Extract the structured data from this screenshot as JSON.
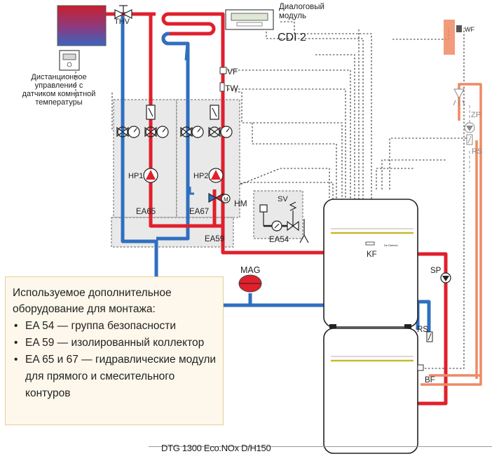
{
  "labels": {
    "thv": "THV",
    "dialog_module": "Диалоговый\nмодуль",
    "cdi": "CDI 2",
    "wf": "WF",
    "remote_control": "Дистанционное\nуправление с\nдатчиком комнатной\nтемпературы",
    "vf": "VF",
    "tw": "TW",
    "zp": "ZP",
    "rs_top": "RS",
    "hp1": "HP1",
    "hp2": "HP2",
    "hm": "HM",
    "sv": "SV",
    "ea65": "EA65",
    "ea67": "EA67",
    "ea59": "EA59",
    "ea54": "EA54",
    "kf": "KF",
    "mag": "MAG",
    "sp": "SP",
    "rs_bottom": "RS",
    "bf": "BF",
    "brand": "De Dietrich"
  },
  "note": {
    "title": "Используемое дополнительное оборудование для монтажа:",
    "items": [
      "EA 54 — группа безопасности",
      "EA 59 — изолированный коллектор",
      "EA 65 и 67 — гидравлические модули для прямого и смесительного контуров"
    ]
  },
  "caption": "DTG 1300 Eco.NOx D/H150",
  "colors": {
    "supply": "#e0202c",
    "return": "#2f6fbf",
    "dhw": "#ee8a64",
    "module_fill": "#e9e9e9"
  }
}
